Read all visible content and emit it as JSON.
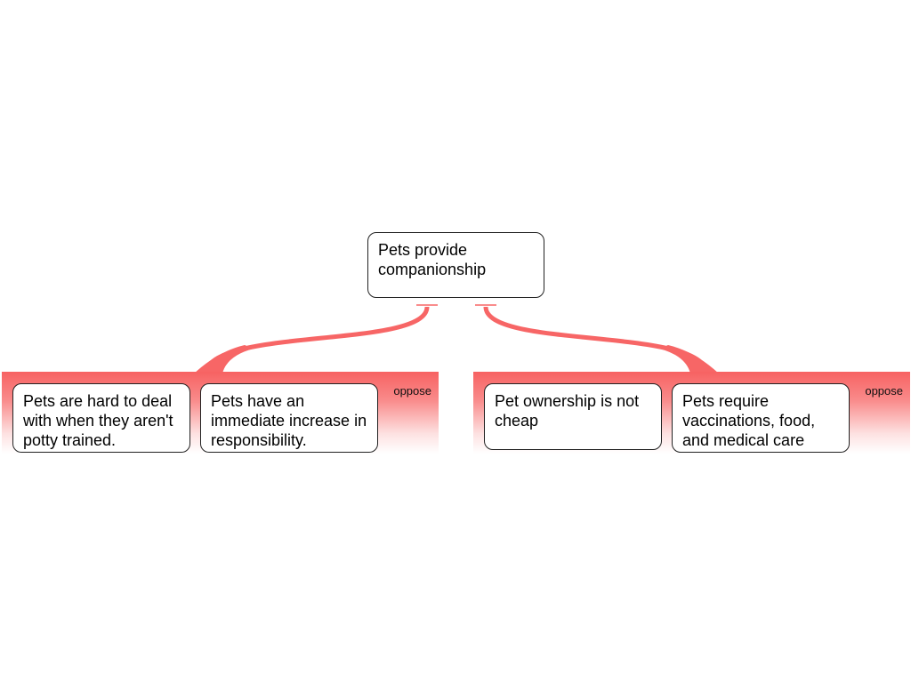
{
  "main_claim": "Pets provide companionship",
  "groups": [
    {
      "label": "oppose",
      "reasons": [
        "Pets are hard to deal with when they aren't potty trained.",
        "Pets have an immediate increase in responsibility."
      ]
    },
    {
      "label": "oppose",
      "reasons": [
        "Pet ownership is not cheap",
        "Pets require vaccinations, food, and medical care"
      ]
    }
  ],
  "colors": {
    "connector": "#f76666",
    "group_top": "#f76262",
    "node_border": "#222222"
  }
}
